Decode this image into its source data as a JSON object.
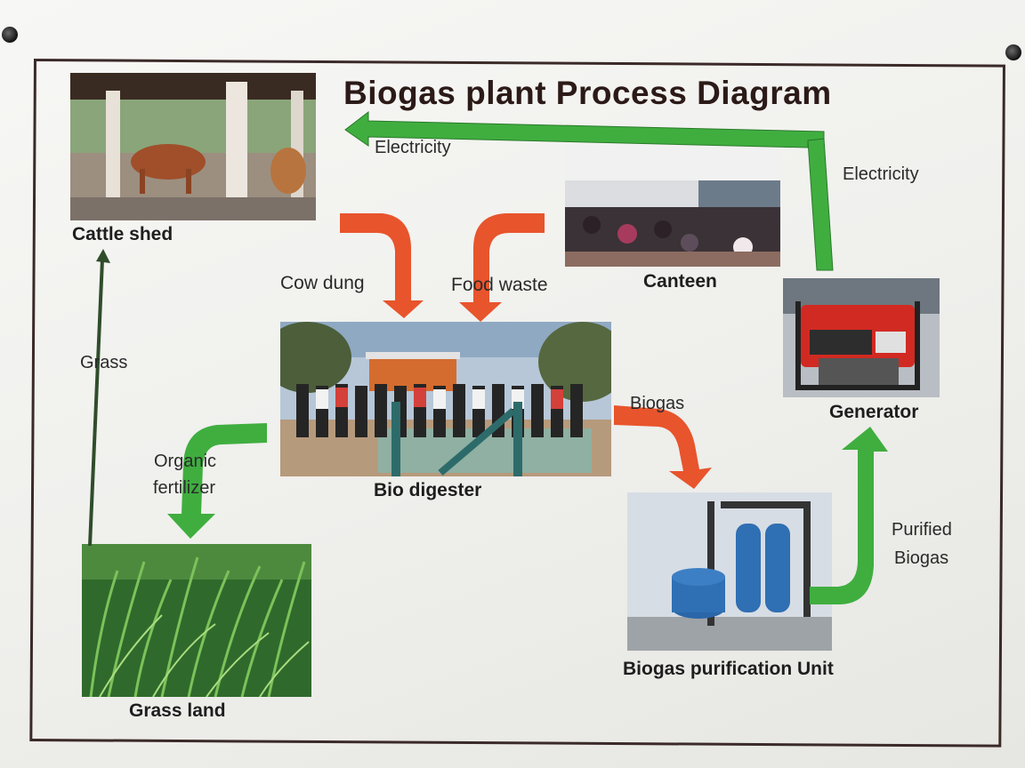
{
  "diagram": {
    "title": "Biogas plant Process Diagram",
    "nodes": {
      "cattle_shed": "Cattle shed",
      "canteen": "Canteen",
      "bio_digester": "Bio digester",
      "generator": "Generator",
      "purification": "Biogas purification Unit",
      "grass_land": "Grass land"
    },
    "edges": {
      "electricity_top": "Electricity",
      "electricity_right": "Electricity",
      "cow_dung": "Cow dung",
      "food_waste": "Food waste",
      "biogas": "Biogas",
      "purified_line1": "Purified",
      "purified_line2": "Biogas",
      "grass": "Grass",
      "organic_line1": "Organic",
      "organic_line2": "fertilizer"
    }
  },
  "colors": {
    "orange_arrow": "#e8542c",
    "green_arrow": "#3fae3f",
    "dark_arrow": "#2f4d2a",
    "title": "#2b1a17"
  }
}
